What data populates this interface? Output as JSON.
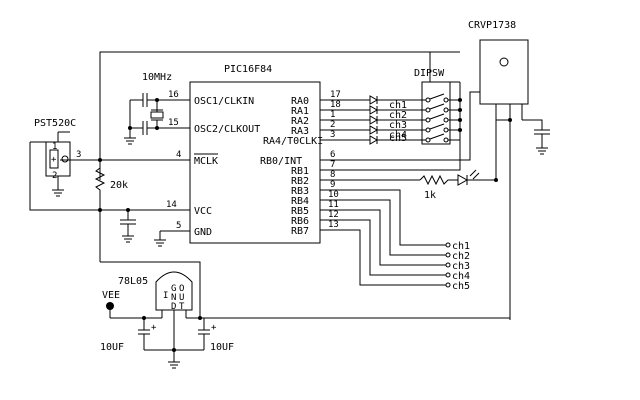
{
  "chip": {
    "name": "PIC16F84",
    "left_pins": [
      {
        "num": "16",
        "label": "OSC1/CLKIN"
      },
      {
        "num": "15",
        "label": "OSC2/CLKOUT"
      },
      {
        "num": "4",
        "label": "MCLK"
      },
      {
        "num": "14",
        "label": "VCC"
      },
      {
        "num": "5",
        "label": "GND"
      }
    ],
    "right_pins": [
      {
        "num": "17",
        "label": "RA0"
      },
      {
        "num": "18",
        "label": "RA1"
      },
      {
        "num": "1",
        "label": "RA2"
      },
      {
        "num": "2",
        "label": "RA3"
      },
      {
        "num": "3",
        "label": "RA4/T0CLKI"
      },
      {
        "num": "6",
        "label": "RB0/INT"
      },
      {
        "num": "7",
        "label": "RB1"
      },
      {
        "num": "8",
        "label": "RB2"
      },
      {
        "num": "9",
        "label": "RB3"
      },
      {
        "num": "10",
        "label": "RB4"
      },
      {
        "num": "11",
        "label": "RB5"
      },
      {
        "num": "12",
        "label": "RB6"
      },
      {
        "num": "13",
        "label": "RB7"
      }
    ]
  },
  "crystal_label": "10MHz",
  "reset_ic": {
    "name": "PST520C",
    "pin1": "1",
    "pin2": "2",
    "pin3": "3",
    "plus": "+",
    "minus": "-"
  },
  "pullup_label": "20k",
  "dipsw_label": "DIPSW",
  "dip_channels": [
    "ch1",
    "ch2",
    "ch3",
    "ch4",
    "ch5"
  ],
  "receiver_label": "CRVP1738",
  "led_resistor_label": "1k",
  "output_channels": [
    "ch1",
    "ch2",
    "ch3",
    "ch4",
    "ch5"
  ],
  "regulator": {
    "name": "78L05",
    "pin_g": "G",
    "pin_o": "O",
    "pin_u": "U",
    "pin_n": "N",
    "pin_t": "T",
    "pin_d": "D",
    "pin_i": "I"
  },
  "vee_label": "VEE",
  "cap_left_label": "10UF",
  "cap_right_label": "10UF",
  "cap_plus": "+"
}
